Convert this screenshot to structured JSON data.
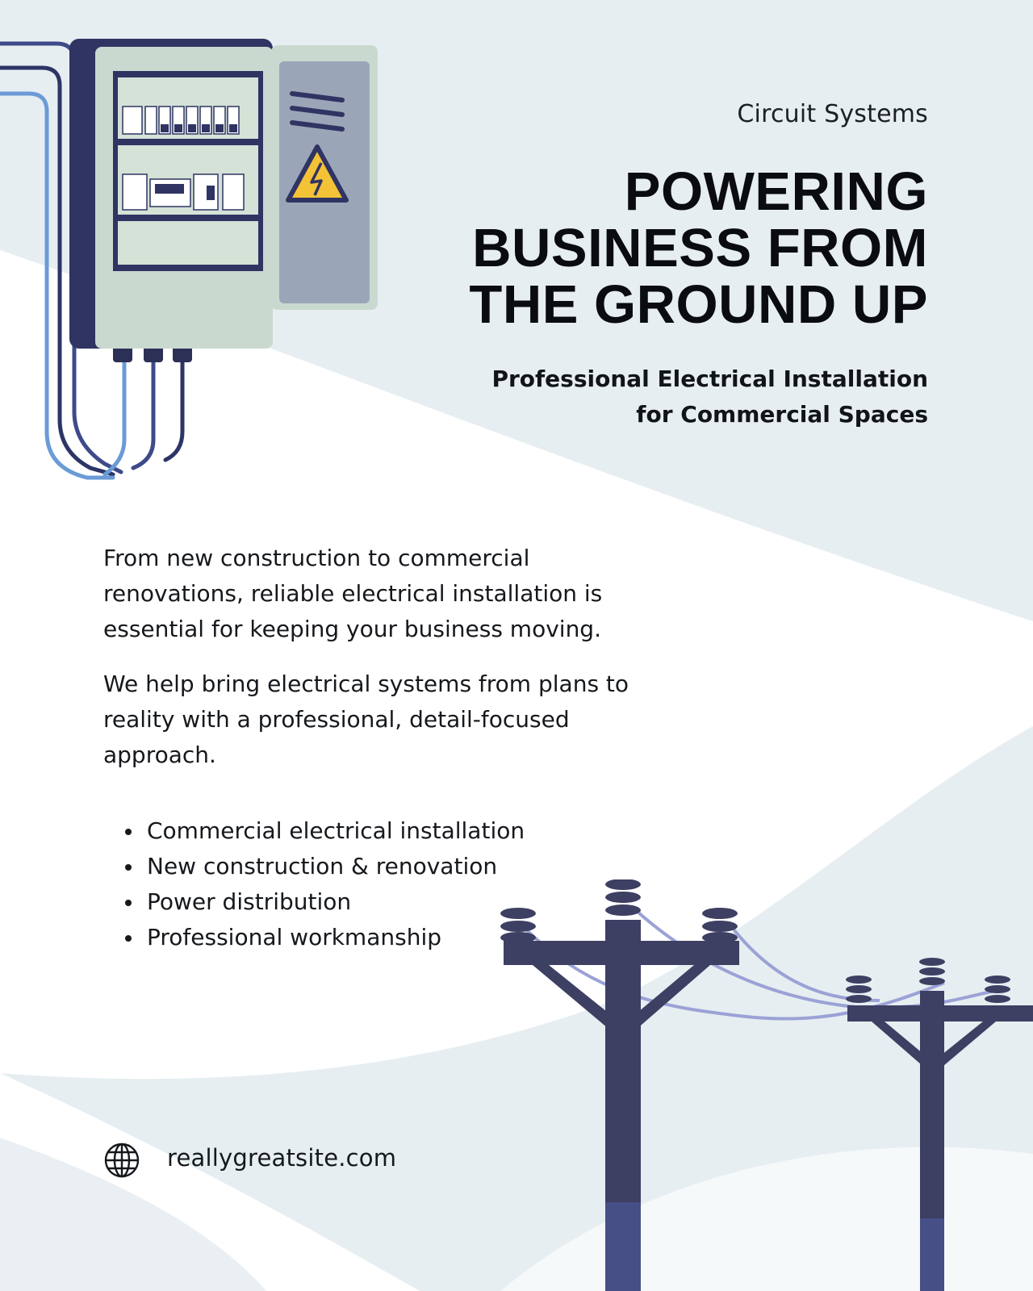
{
  "header": {
    "brand": "Circuit Systems"
  },
  "headline": [
    "POWERING",
    "BUSINESS FROM",
    "THE GROUND UP"
  ],
  "subheadline": [
    "Professional Electrical Installation",
    "for Commercial Spaces"
  ],
  "body": {
    "paragraph1": "From new construction to commercial renovations, reliable electrical installation is essential for keeping your business moving.",
    "paragraph2": "We help bring electrical systems from plans to reality with a professional, detail-focused approach."
  },
  "features": [
    "Commercial electrical installation",
    "New construction & renovation",
    "Power distribution",
    "Professional workmanship"
  ],
  "footer": {
    "website": "reallygreatsite.com",
    "icon": "globe-icon"
  },
  "illustrations": {
    "top_left": "electrical-panel-illustration",
    "bottom_right": "power-poles-illustration"
  },
  "colors": {
    "background": "#e7eef1",
    "white_band": "#ffffff",
    "navy": "#3b3f66",
    "panel": "#c9d9cf",
    "wire_light": "#6b9bd6",
    "warning": "#f4c236",
    "text": "#111418"
  }
}
